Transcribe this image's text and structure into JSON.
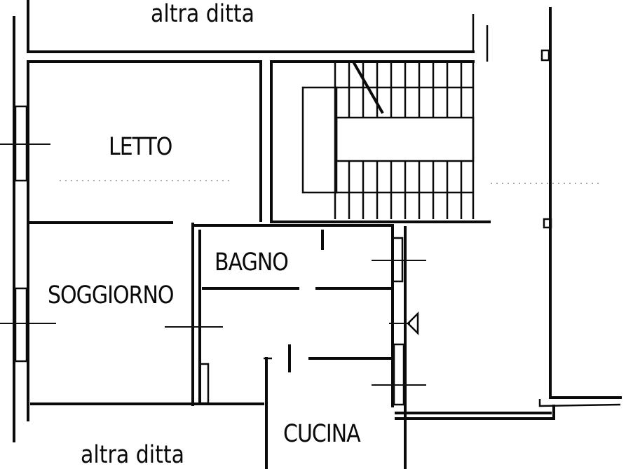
{
  "plan": {
    "type": "floor-plan",
    "colors": {
      "line": "#0a0a0a",
      "background": "#ffffff"
    },
    "labels": {
      "neighbor_top": "altra ditta",
      "neighbor_bottom": "altra ditta",
      "bedroom": "LETTO",
      "living_room": "SOGGIORNO",
      "bathroom": "BAGNO",
      "kitchen": "CUCINA"
    },
    "rooms": [
      {
        "id": "letto",
        "label": "LETTO"
      },
      {
        "id": "soggiorno",
        "label": "SOGGIORNO"
      },
      {
        "id": "bagno",
        "label": "BAGNO"
      },
      {
        "id": "cucina",
        "label": "CUCINA"
      },
      {
        "id": "vano-scala",
        "label": ""
      }
    ],
    "icons": [
      "staircase-icon",
      "window-icon",
      "door-opening-icon",
      "radiator-icon"
    ]
  }
}
